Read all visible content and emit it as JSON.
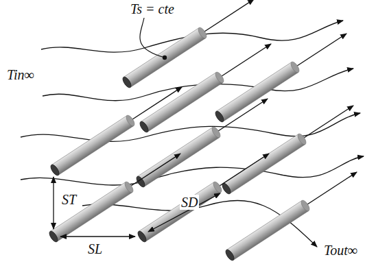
{
  "diagram": {
    "labels": [
      "Ts = cte",
      "Tin∞",
      "ST",
      "SL",
      "SD",
      "Tout∞"
    ]
  }
}
